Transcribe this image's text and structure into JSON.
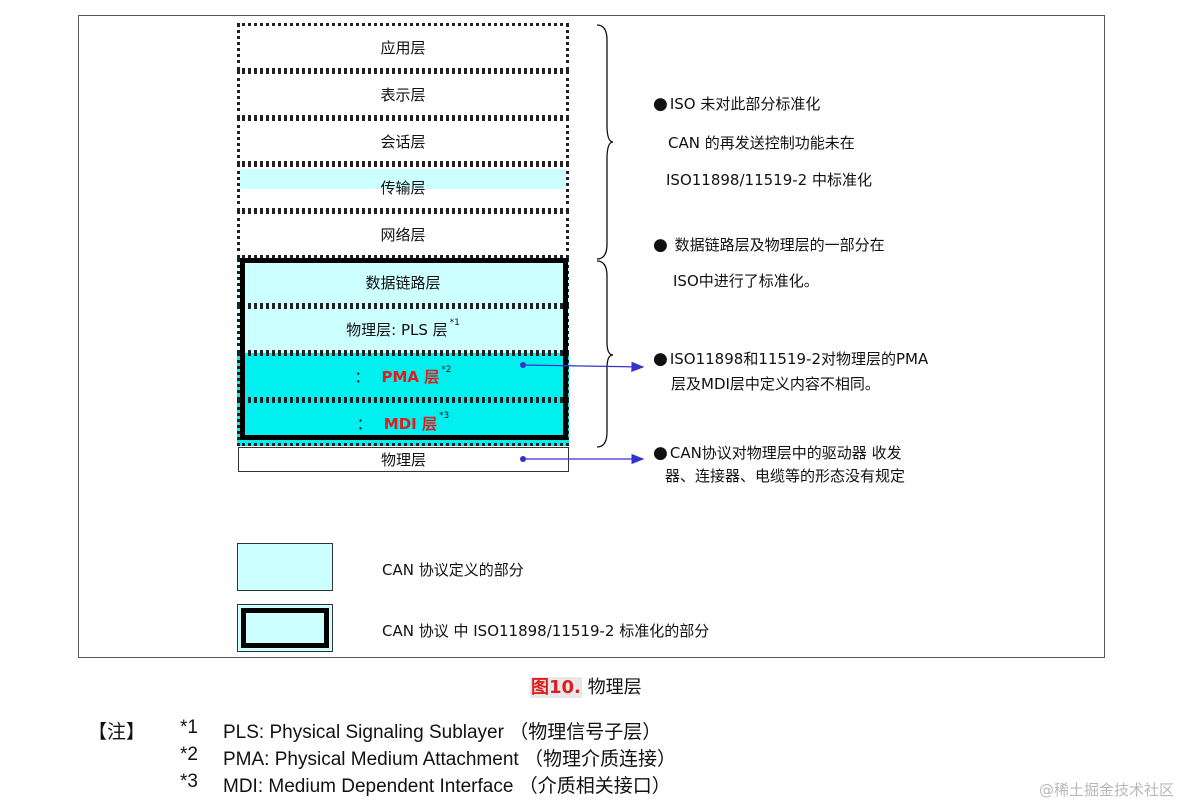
{
  "layers": {
    "application": "应用层",
    "presentation": "表示层",
    "session": "会话层",
    "transport": "传输层",
    "network": "网络层",
    "datalink": "数据链路层",
    "pls": "物理层: PLS 层",
    "pls_mark": "*1",
    "pma_prefix": "：",
    "pma": "PMA 层",
    "pma_mark": "*2",
    "mdi_prefix": "：",
    "mdi": "MDI 层",
    "mdi_mark": "*3",
    "physical": "物理层"
  },
  "notes": {
    "bullet": "●",
    "iso_line1": "ISO 未对此部分标准化",
    "iso_line2": "CAN 的再发送控制功能未在",
    "iso_line3": "ISO11898/11519-2 中标准化",
    "dl_line1": "数据链路层及物理层的一部分在",
    "dl_line2": "ISO中进行了标准化。",
    "pma_line1": "ISO11898和11519-2对物理层的PMA",
    "pma_line2": "层及MDI层中定义内容不相同。",
    "phys_line1": "CAN协议对物理层中的驱动器  收发",
    "phys_line2": "器、连接器、电缆等的形态没有规定"
  },
  "legend": {
    "can_defined": "CAN 协议定义的部分",
    "iso_standardized": "CAN 协议 中 ISO11898/11519-2 标准化的部分"
  },
  "caption": {
    "number": "图10.",
    "title": "物理层"
  },
  "footnotes": {
    "label": "【注】",
    "items": [
      {
        "mark": "*1",
        "text": "PLS: Physical Signaling Sublayer  （物理信号子层）"
      },
      {
        "mark": "*2",
        "text": "PMA: Physical Medium Attachment  （物理介质连接）"
      },
      {
        "mark": "*3",
        "text": "MDI: Medium Dependent Interface  （介质相关接口）"
      }
    ]
  },
  "watermark": "@稀土掘金技术社区",
  "colors": {
    "light_cyan": "#ccffff",
    "cyan": "#00f0f0",
    "arrow_blue": "#3333cc",
    "red": "#e01d1d"
  }
}
